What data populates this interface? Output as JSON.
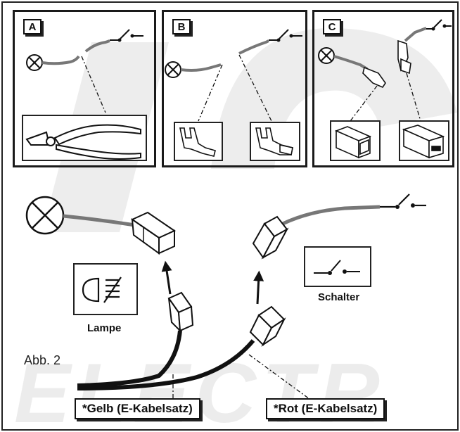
{
  "panels": [
    {
      "label": "A"
    },
    {
      "label": "B"
    },
    {
      "label": "C"
    }
  ],
  "components": {
    "lamp_label": "Lampe",
    "switch_label": "Schalter"
  },
  "figure_label": "Abb. 2",
  "wires": {
    "yellow_label": "*Gelb (E-Kabelsatz)",
    "red_label": "*Rot (E-Kabelsatz)"
  },
  "watermark": "ELECTR"
}
